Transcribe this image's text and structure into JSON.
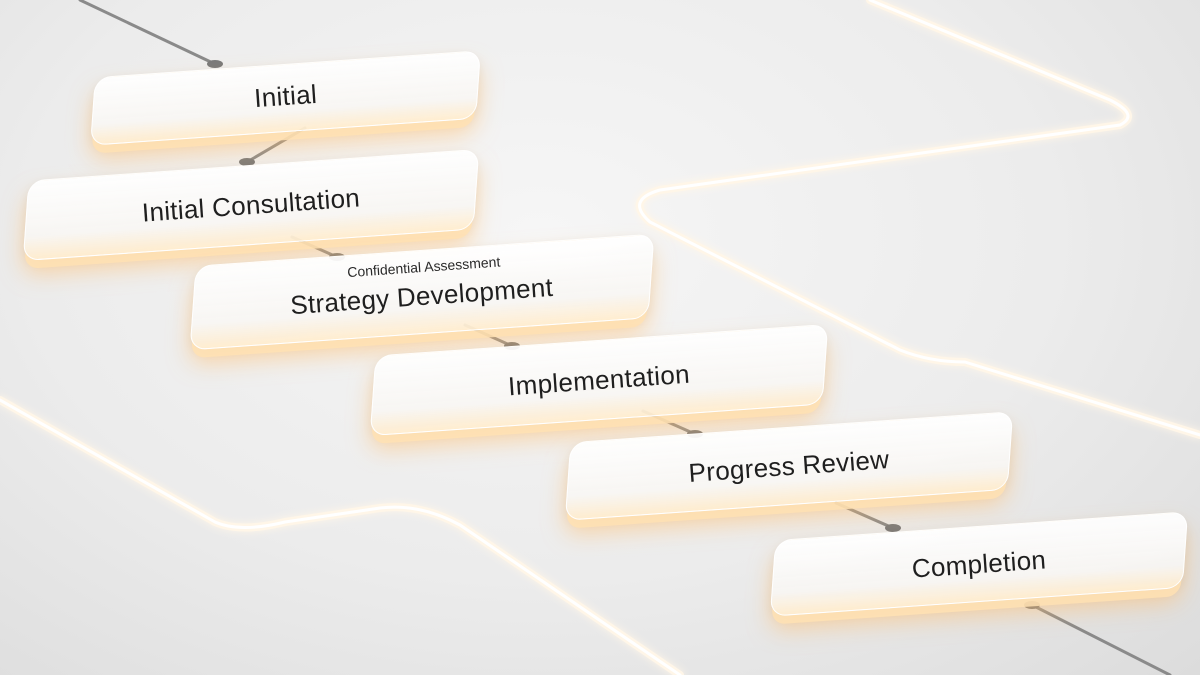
{
  "diagram": {
    "steps": [
      {
        "label": "Initial",
        "sublabel": ""
      },
      {
        "label": "Initial Consultation",
        "sublabel": ""
      },
      {
        "label": "Strategy Development",
        "sublabel": "Confidential Assessment"
      },
      {
        "label": "Implementation",
        "sublabel": ""
      },
      {
        "label": "Progress Review",
        "sublabel": ""
      },
      {
        "label": "Completion",
        "sublabel": ""
      }
    ]
  },
  "colors": {
    "glow": "#fff4e0",
    "connector": "#8a8a8a",
    "node": "#7a7a7a"
  }
}
